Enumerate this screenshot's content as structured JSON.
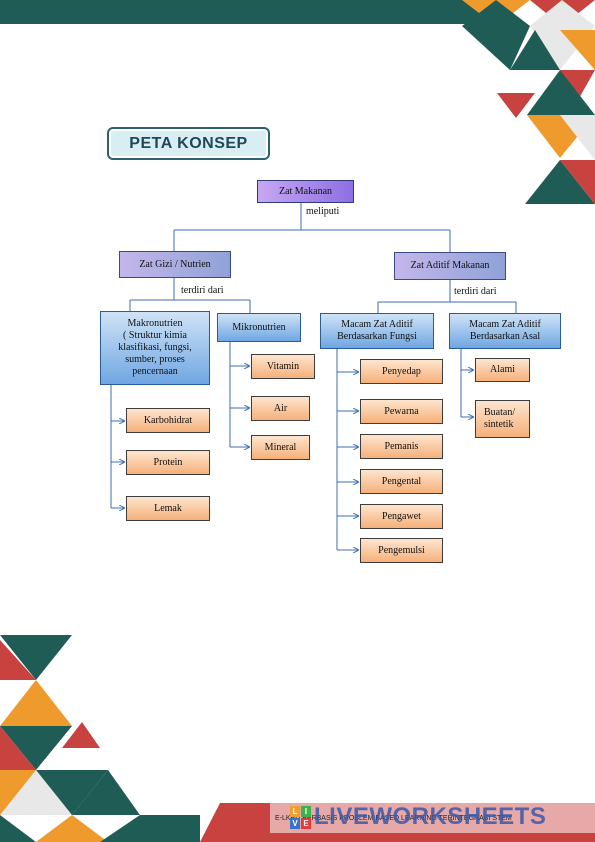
{
  "title": "PETA KONSEP",
  "root": "Zat Makanan",
  "connector_root": "meliputi",
  "left_branch": {
    "head": "Zat Gizi / Nutrien",
    "connector": "terdiri dari",
    "macro": "Makronutrien\n( Struktur kimia klasifikasi, fungsi, sumber, proses pencernaan",
    "macro_items": [
      "Karbohidrat",
      "Protein",
      "Lemak"
    ],
    "micro": "Mikronutrien",
    "micro_items": [
      "Vitamin",
      "Air",
      "Mineral"
    ]
  },
  "right_branch": {
    "head": "Zat Aditif Makanan",
    "connector": "terdiri dari",
    "func": "Macam Zat Aditif Berdasarkan Fungsi",
    "func_items": [
      "Penyedap",
      "Pewarna",
      "Pemanis",
      "Pengental",
      "Pengawet",
      "Pengemulsi"
    ],
    "origin": "Macam Zat Aditif Berdasarkan Asal",
    "origin_items": [
      "Alami",
      "Buatan/ sintetik"
    ]
  },
  "footer": {
    "logo": "LIVEWORKSHEETS",
    "logo_letters": [
      "L",
      "I",
      "V",
      "E"
    ],
    "subtitle": "E-LKPD BERBASIS PROBLEM BASED LEARNING TERINTEGRASI STEM"
  },
  "colors": {
    "teal": "#1f5c55",
    "orange": "#ef9a2c",
    "red": "#c8423f",
    "node_blue": "#6fa6e2",
    "node_orange": "#f6b07a",
    "line_blue": "#3d6fb0"
  }
}
